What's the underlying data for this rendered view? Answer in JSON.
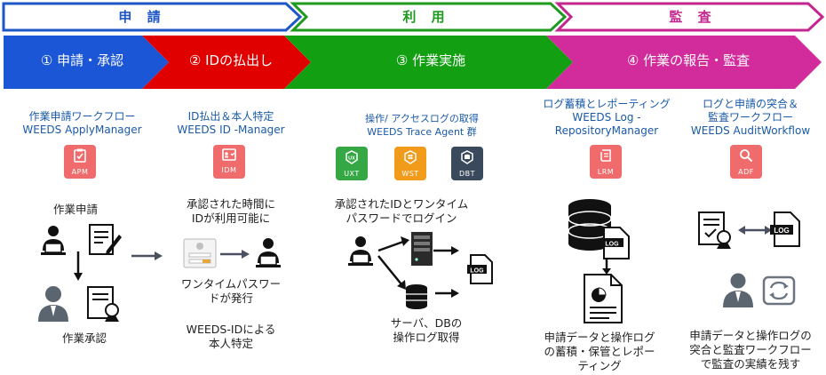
{
  "phases": [
    {
      "title": "申 請",
      "color": "#1f57c7"
    },
    {
      "title": "利 用",
      "color": "#1e9a1e"
    },
    {
      "title": "監 査",
      "color": "#c4268f"
    }
  ],
  "steps": [
    {
      "label": "① 申請・承認",
      "color": "#1a56d6"
    },
    {
      "label": "② IDの払出し",
      "color": "#e00000"
    },
    {
      "label": "③ 作業実施",
      "color": "#12a012"
    },
    {
      "label": "④ 作業の報告・監査",
      "color": "#d22b9b"
    }
  ],
  "products": {
    "apm": {
      "line1": "作業申請ワークフロー",
      "line2": "WEEDS ApplyManager",
      "badge": "APM",
      "icon": "clipboard-check-icon",
      "color": "#f06b6b"
    },
    "idm": {
      "line1": "ID払出＆本人特定",
      "line2": "WEEDS ID -Manager",
      "badge": "IDM",
      "icon": "id-card-icon",
      "color": "#f06b6b"
    },
    "trace": {
      "line1": "操作/ アクセスログの取得",
      "line2": "WEEDS Trace Agent 群",
      "badges": [
        {
          "label": "UXT",
          "icon": "linux-icon",
          "color": "#35a845"
        },
        {
          "label": "WST",
          "icon": "windows-icon",
          "color": "#f29a1a"
        },
        {
          "label": "DBT",
          "icon": "database-icon",
          "color": "#3a4a5c"
        }
      ]
    },
    "lrm": {
      "line1": "ログ蓄積とレポーティング",
      "line2": "WEEDS Log -",
      "line3": "RepositoryManager",
      "badge": "LRM",
      "icon": "scroll-icon",
      "color": "#f06b6b"
    },
    "adf": {
      "line1": "ログと申請の突合＆",
      "line2": "監査ワークフロー",
      "line3": "WEEDS AuditWorkflow",
      "badge": "ADF",
      "icon": "magnifier-icon",
      "color": "#f06b6b"
    }
  },
  "texts": {
    "request": "作業申請",
    "approval": "作業承認",
    "id_time_1": "承認された時間に",
    "id_time_2": "IDが利用可能に",
    "otp_1": "ワンタイムパスワー",
    "otp_2": "ドが発行",
    "weedsid_1": "WEEDS-IDによる",
    "weedsid_2": "本人特定",
    "login_1": "承認されたIDとワンタイム",
    "login_2": "パスワードでログイン",
    "server_1": "サーバ、DBの",
    "server_2": "操作ログ取得",
    "store_1": "申請データと操作ログ",
    "store_2": "の蓄積・保管とレポー",
    "store_3": "ティング",
    "audit_1": "申請データと操作ログの",
    "audit_2": "突合と監査ワークフロー",
    "audit_3": "で監査の実績を残す",
    "log_label": "LOG"
  }
}
